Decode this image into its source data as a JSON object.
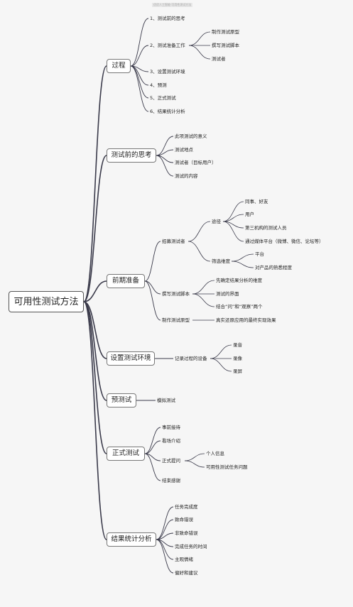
{
  "watermark": "优优人工智能·可用性测试方法",
  "root": "可用性测试方法",
  "branches": {
    "process": "过程",
    "pretest_thinking": "测试前的思考",
    "preparation": "前期准备",
    "setup_env": "设置测试环境",
    "pretest": "预测试",
    "formal_test": "正式测试",
    "result_stats": "结果统计分析"
  },
  "process": {
    "step1": "1、测试前的思考",
    "step2": "2、测试准备工作",
    "step2_items": [
      "制作测试原型",
      "撰写测试脚本",
      "测试者"
    ],
    "step3": "3、设置测试环境",
    "step4": "4、预测",
    "step5": "5、正式测试",
    "step6": "6、结果统计分析"
  },
  "pretest_thinking": {
    "items": [
      "此项测试的意义",
      "测试地点",
      "测试者（目标用户）",
      "测试的内容"
    ]
  },
  "preparation": {
    "recruit": "招募测试者",
    "channels": "途径",
    "channel_items": [
      "同事、好友",
      "用户",
      "第三机构的测试人员",
      "通过媒体平台（微博、微信、论坛等）"
    ],
    "filter": "筛选维度",
    "filter_items": [
      "平台",
      "对产品的熟悉程度"
    ],
    "script": "撰写测试脚本",
    "script_items": [
      "先确定结果分析的维度",
      "测试的界面",
      "结合“问”和“观察”两个"
    ],
    "prototype": "制作测试原型",
    "prototype_note": "真实还原应用的最终实现效果"
  },
  "setup_env": {
    "record": "记录过程的设备",
    "record_items": [
      "录音",
      "录像",
      "录屏"
    ]
  },
  "pretest": {
    "item": "模拟测试"
  },
  "formal_test": {
    "greet": "事前接待",
    "intro": "看场介绍",
    "ask": "正式提问",
    "ask_items": [
      "个人信息",
      "可用性测试任务问题"
    ],
    "thanks": "结束感谢"
  },
  "result_stats": {
    "items": [
      "任务完成度",
      "致命错误",
      "非致命错误",
      "完成任务的时间",
      "主观情绪",
      "偏好和建议"
    ]
  },
  "colors": {
    "line": "#3a3a4a",
    "background": "#f6f6f6"
  }
}
